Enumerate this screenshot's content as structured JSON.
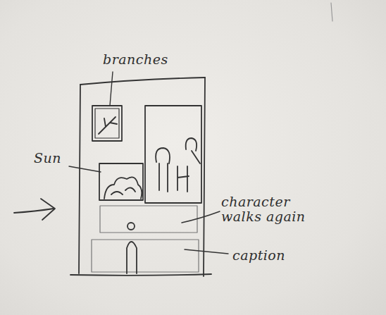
{
  "diagram": {
    "labels": [
      "branches",
      "Sun",
      "character walks again",
      "caption"
    ]
  }
}
